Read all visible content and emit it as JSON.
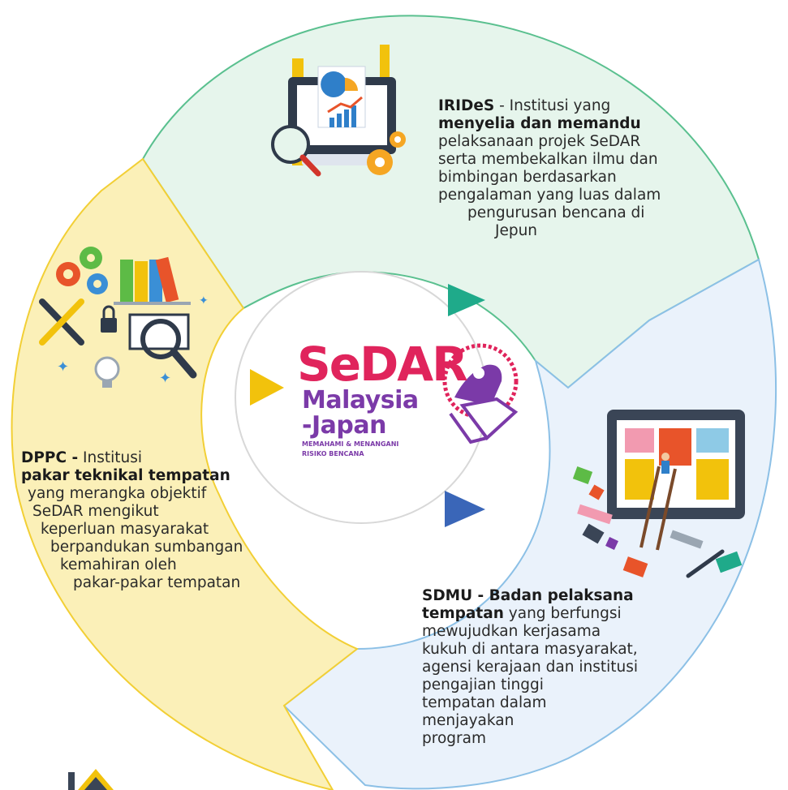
{
  "logo": {
    "title": "SeDAR",
    "line2": "Malaysia",
    "line3": "-Japan",
    "tagline1": "MEMAHAMI & MENANGANI",
    "tagline2": "RISIKO BENCANA"
  },
  "segments": [
    {
      "id": "irides",
      "color": "#e6f5ec",
      "lines": [
        {
          "bold": "IRIDeS",
          "text": " - Institusi yang"
        },
        {
          "bold": "menyelia dan memandu",
          "text": ""
        },
        {
          "bold": "",
          "text": "pelaksanaan projek SeDAR"
        },
        {
          "bold": "",
          "text": "serta membekalkan ilmu dan"
        },
        {
          "bold": "",
          "text": "bimbingan berdasarkan"
        },
        {
          "bold": "",
          "text": "pengalaman yang luas dalam"
        },
        {
          "bold": "",
          "text": "pengurusan bencana di"
        },
        {
          "bold": "",
          "text": "Jepun"
        }
      ]
    },
    {
      "id": "sdmu",
      "color": "#eaf2fb",
      "lines": [
        {
          "bold": "SDMU - Badan pelaksana",
          "text": ""
        },
        {
          "bold": "tempatan",
          "text": " yang berfungsi"
        },
        {
          "bold": "",
          "text": "mewujudkan kerjasama"
        },
        {
          "bold": "",
          "text": "kukuh di antara masyarakat,"
        },
        {
          "bold": "",
          "text": "agensi kerajaan dan institusi"
        },
        {
          "bold": "",
          "text": "pengajian tinggi"
        },
        {
          "bold": "",
          "text": "tempatan dalam"
        },
        {
          "bold": "",
          "text": "menjayakan"
        },
        {
          "bold": "",
          "text": "program"
        }
      ]
    },
    {
      "id": "dppc",
      "color": "#fbf0b8",
      "lines": [
        {
          "bold": "DPPC -",
          "text": " Institusi"
        },
        {
          "bold": "pakar teknikal tempatan",
          "text": ""
        },
        {
          "bold": "",
          "text": "yang merangka objektif"
        },
        {
          "bold": "",
          "text": "SeDAR mengikut"
        },
        {
          "bold": "",
          "text": "keperluan masyarakat"
        },
        {
          "bold": "",
          "text": "berpandukan sumbangan"
        },
        {
          "bold": "",
          "text": "kemahiran oleh"
        },
        {
          "bold": "",
          "text": "pakar-pakar tempatan"
        }
      ]
    }
  ],
  "arrows": [
    {
      "id": "to-sdmu",
      "color": "#1faa8a"
    },
    {
      "id": "to-dppc",
      "color": "#3a66b8"
    },
    {
      "id": "to-irides",
      "color": "#f2c20c"
    }
  ],
  "icons": [
    "analytics-monitor-icon",
    "tools-gears-binders-icon",
    "web-design-ladder-icon",
    "house-icon"
  ]
}
